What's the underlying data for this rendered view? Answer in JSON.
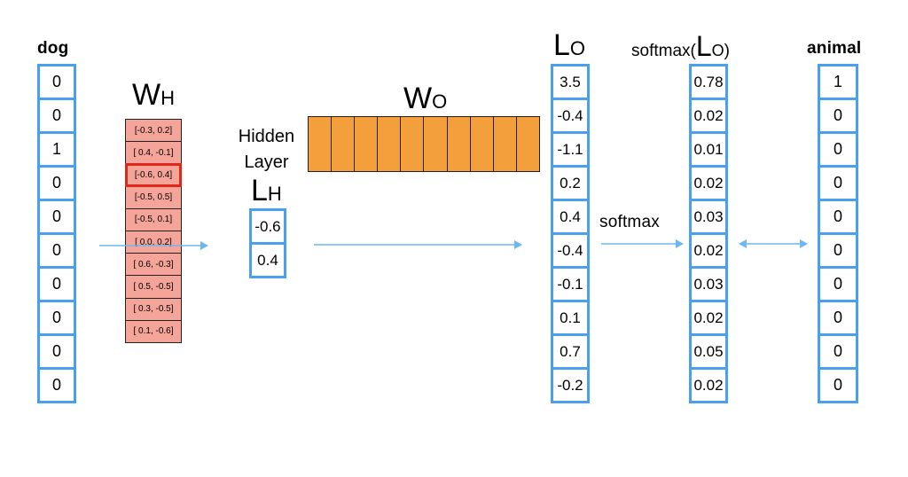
{
  "dog": {
    "label": "dog",
    "values": [
      "0",
      "0",
      "1",
      "0",
      "0",
      "0",
      "0",
      "0",
      "0",
      "0"
    ]
  },
  "wh": {
    "symbol": "W",
    "subscript": "H",
    "rows": [
      "[-0.3,  0.2]",
      "[ 0.4, -0.1]",
      "[-0.6,  0.4]",
      "[-0.5,  0.5]",
      "[-0.5,  0.1]",
      "[ 0.0,  0.2]",
      "[ 0.6, -0.3]",
      "[ 0.5, -0.5]",
      "[ 0.3, -0.5]",
      "[ 0.1, -0.6]"
    ],
    "selected_index": 2
  },
  "hidden_layer": {
    "line1": "Hidden",
    "line2": "Layer"
  },
  "wo": {
    "symbol": "W",
    "subscript": "O",
    "columns": 10,
    "color": "#f3a03c"
  },
  "lh": {
    "symbol": "L",
    "subscript": "H",
    "values": [
      "-0.6",
      "0.4"
    ]
  },
  "lo": {
    "symbol": "L",
    "subscript": "O",
    "values": [
      "3.5",
      "-0.4",
      "-1.1",
      "0.2",
      "0.4",
      "-0.4",
      "-0.1",
      "0.1",
      "0.7",
      "-0.2"
    ]
  },
  "softmax_arrow_label": "softmax",
  "softmax": {
    "prefix": "softmax(",
    "symbol": "L",
    "subscript": "O",
    "suffix": ")",
    "values": [
      "0.78",
      "0.02",
      "0.01",
      "0.02",
      "0.03",
      "0.02",
      "0.03",
      "0.02",
      "0.05",
      "0.02"
    ]
  },
  "animal": {
    "label": "animal",
    "values": [
      "1",
      "0",
      "0",
      "0",
      "0",
      "0",
      "0",
      "0",
      "0",
      "0"
    ]
  },
  "colors": {
    "vector_border": "#4a9fee",
    "arrow": "#6fb8ef",
    "wh_fill": "#f4a498",
    "wh_selected": "#e0281a"
  }
}
